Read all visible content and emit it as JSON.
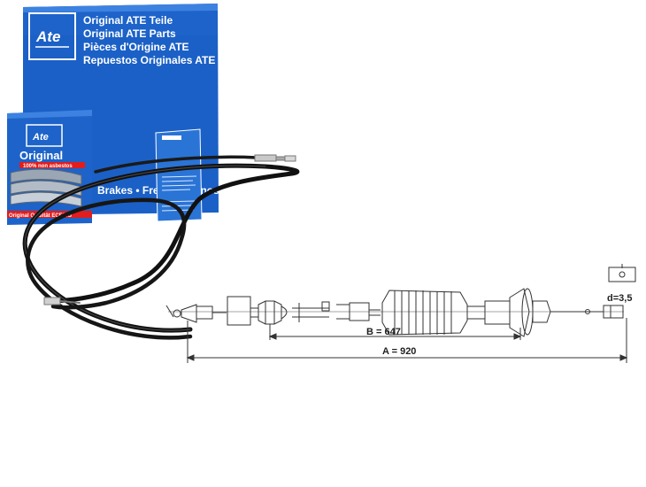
{
  "brand": {
    "logo_text": "Ate",
    "box_lines": [
      "Original ATE Teile",
      "Original ATE Parts",
      "Pièces d'Origine ATE",
      "Repuestos Originales ATE"
    ],
    "small_box_title": "Original",
    "small_box_badge": "100% non asbestos",
    "small_box_footer": "Original Qualität ECE/EG",
    "side_band": "Brakes • Freins • Frenos",
    "colors": {
      "box_blue": "#1d63c9",
      "box_dark": "#0b3f9a",
      "cable": "#111111"
    }
  },
  "diagram": {
    "label_a": "A = 920",
    "label_b": "B = 647",
    "label_d": "d=3,5"
  }
}
